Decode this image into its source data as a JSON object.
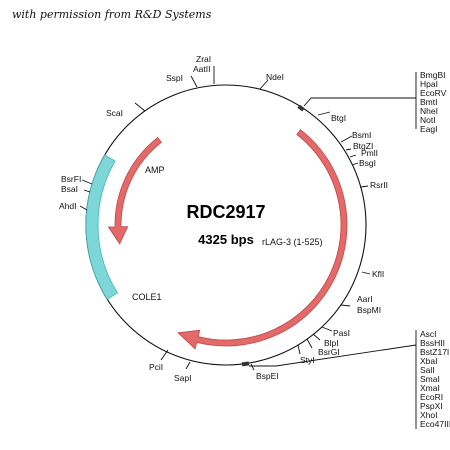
{
  "header": "with permission from R&D Systems",
  "plasmid": {
    "name": "RDC2917",
    "size": "4325 bps"
  },
  "features": {
    "amp": "AMP",
    "cole1": "COLE1",
    "insert": "rLAG-3 (1-525)"
  },
  "colors": {
    "arrow": "#e46a6a",
    "arrow_stroke": "#c24646",
    "cole1": "#7dd6d8",
    "cole1_stroke": "#43b4b8"
  },
  "sites": {
    "zral": "ZraI",
    "aatii": "AatII",
    "sspi": "SspI",
    "ndei": "NdeI",
    "scai": "ScaI",
    "btgi": "BtgI",
    "bsmi": "BsmI",
    "btgzi": "BtgZI",
    "pmli": "PmlI",
    "bsgi": "BsgI",
    "rsrii": "RsrII",
    "bsrfi": "BsrFI",
    "bsai": "BsaI",
    "ahdi": "AhdI",
    "kfli": "KflI",
    "aari": "AarI",
    "bspmi": "BspMI",
    "pasi": "PasI",
    "blpi": "BlpI",
    "bsrgi": "BsrGI",
    "styi": "StyI",
    "pcii": "PciI",
    "sapi": "SapI",
    "bspei": "BspEI"
  },
  "mcs_top": [
    "BmgBI",
    "HpaI",
    "EcoRV",
    "BmtI",
    "NheI",
    "NotI",
    "EagI"
  ],
  "mcs_bottom": [
    "AscI",
    "BssHII",
    "BstZ17I",
    "XbaI",
    "SalI",
    "SmaI",
    "XmaI",
    "EcoRI",
    "PspXI",
    "XhoI",
    "Eco47III"
  ]
}
